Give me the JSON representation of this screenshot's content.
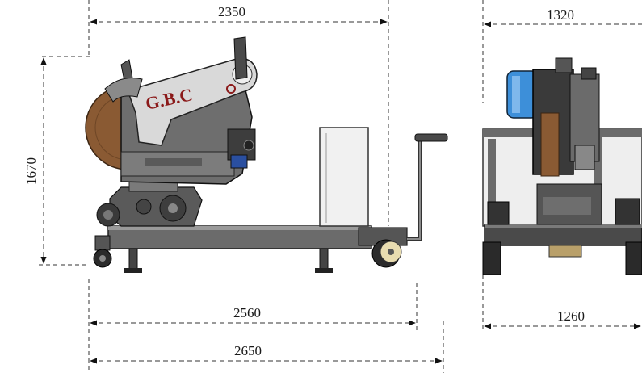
{
  "dimensions": {
    "top_length": "2350",
    "height": "1670",
    "frame_length": "2560",
    "overall_length": "2650",
    "top_width": "1320",
    "base_width": "1260"
  },
  "logo": {
    "text": "G.B.C",
    "color": "#8b1a1a"
  },
  "colors": {
    "frame": "#6b6b6b",
    "frame_dark": "#3c3c3c",
    "body_light": "#d9d9d9",
    "blade": "#8a5a33",
    "motor_blue": "#3d8fd9",
    "cabinet": "#f1f1f1",
    "wheel_cream": "#e8dcb0"
  }
}
